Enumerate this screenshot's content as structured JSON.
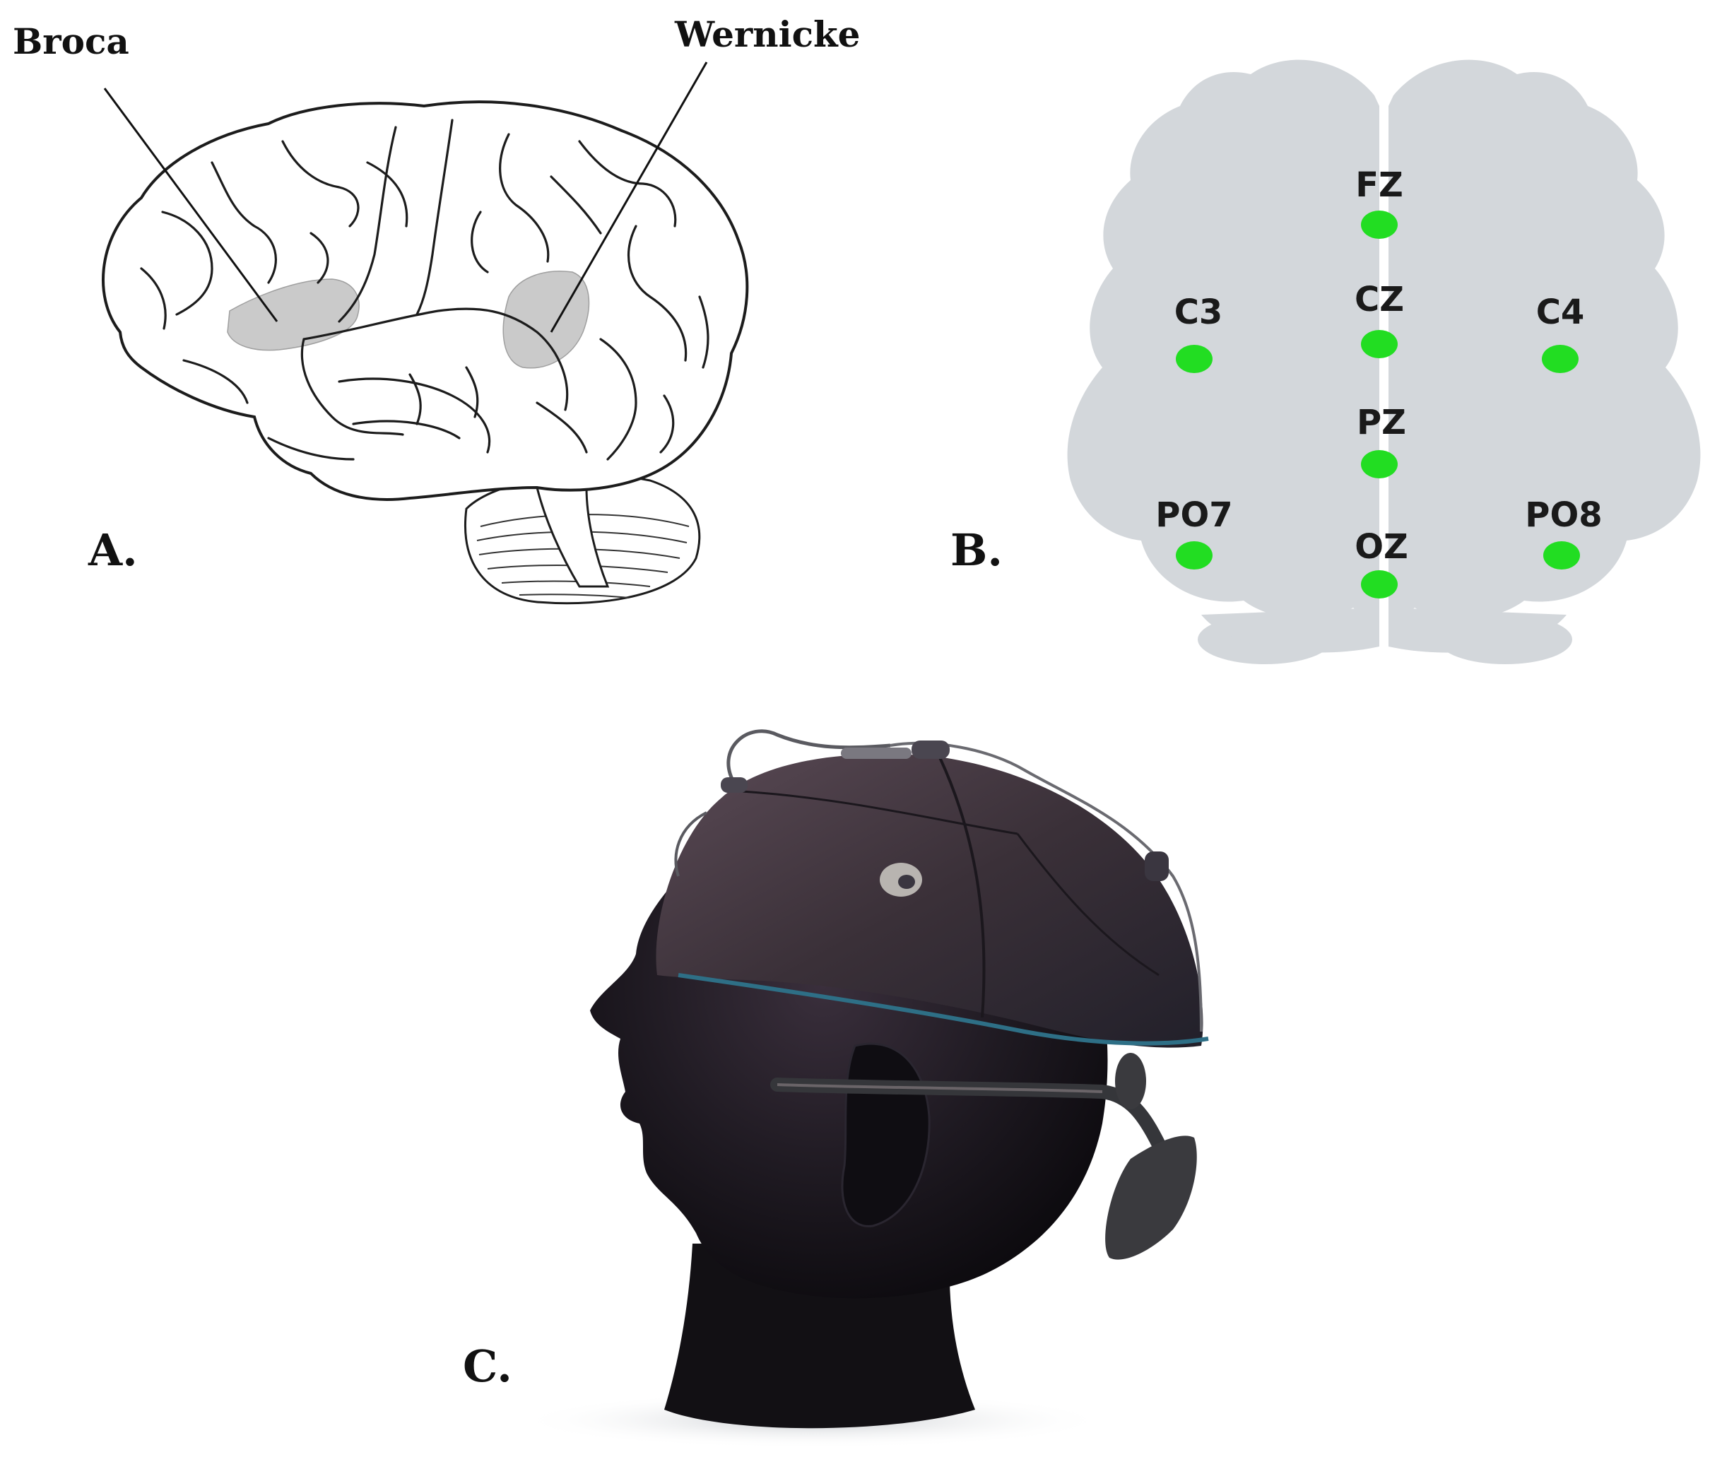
{
  "panels": {
    "a": {
      "label": "A.",
      "regions": [
        {
          "id": "broca",
          "label": "Broca"
        },
        {
          "id": "wernicke",
          "label": "Wernicke"
        }
      ]
    },
    "b": {
      "label": "B.",
      "electrodes": [
        "FZ",
        "C3",
        "CZ",
        "C4",
        "PZ",
        "PO7",
        "OZ",
        "PO8"
      ]
    },
    "c": {
      "label": "C."
    }
  },
  "colors": {
    "electrode": "#22dd22",
    "scalp_map": "#d3d7db",
    "highlight_region": "#c8c8c8",
    "headset": "#2e2a2e"
  }
}
